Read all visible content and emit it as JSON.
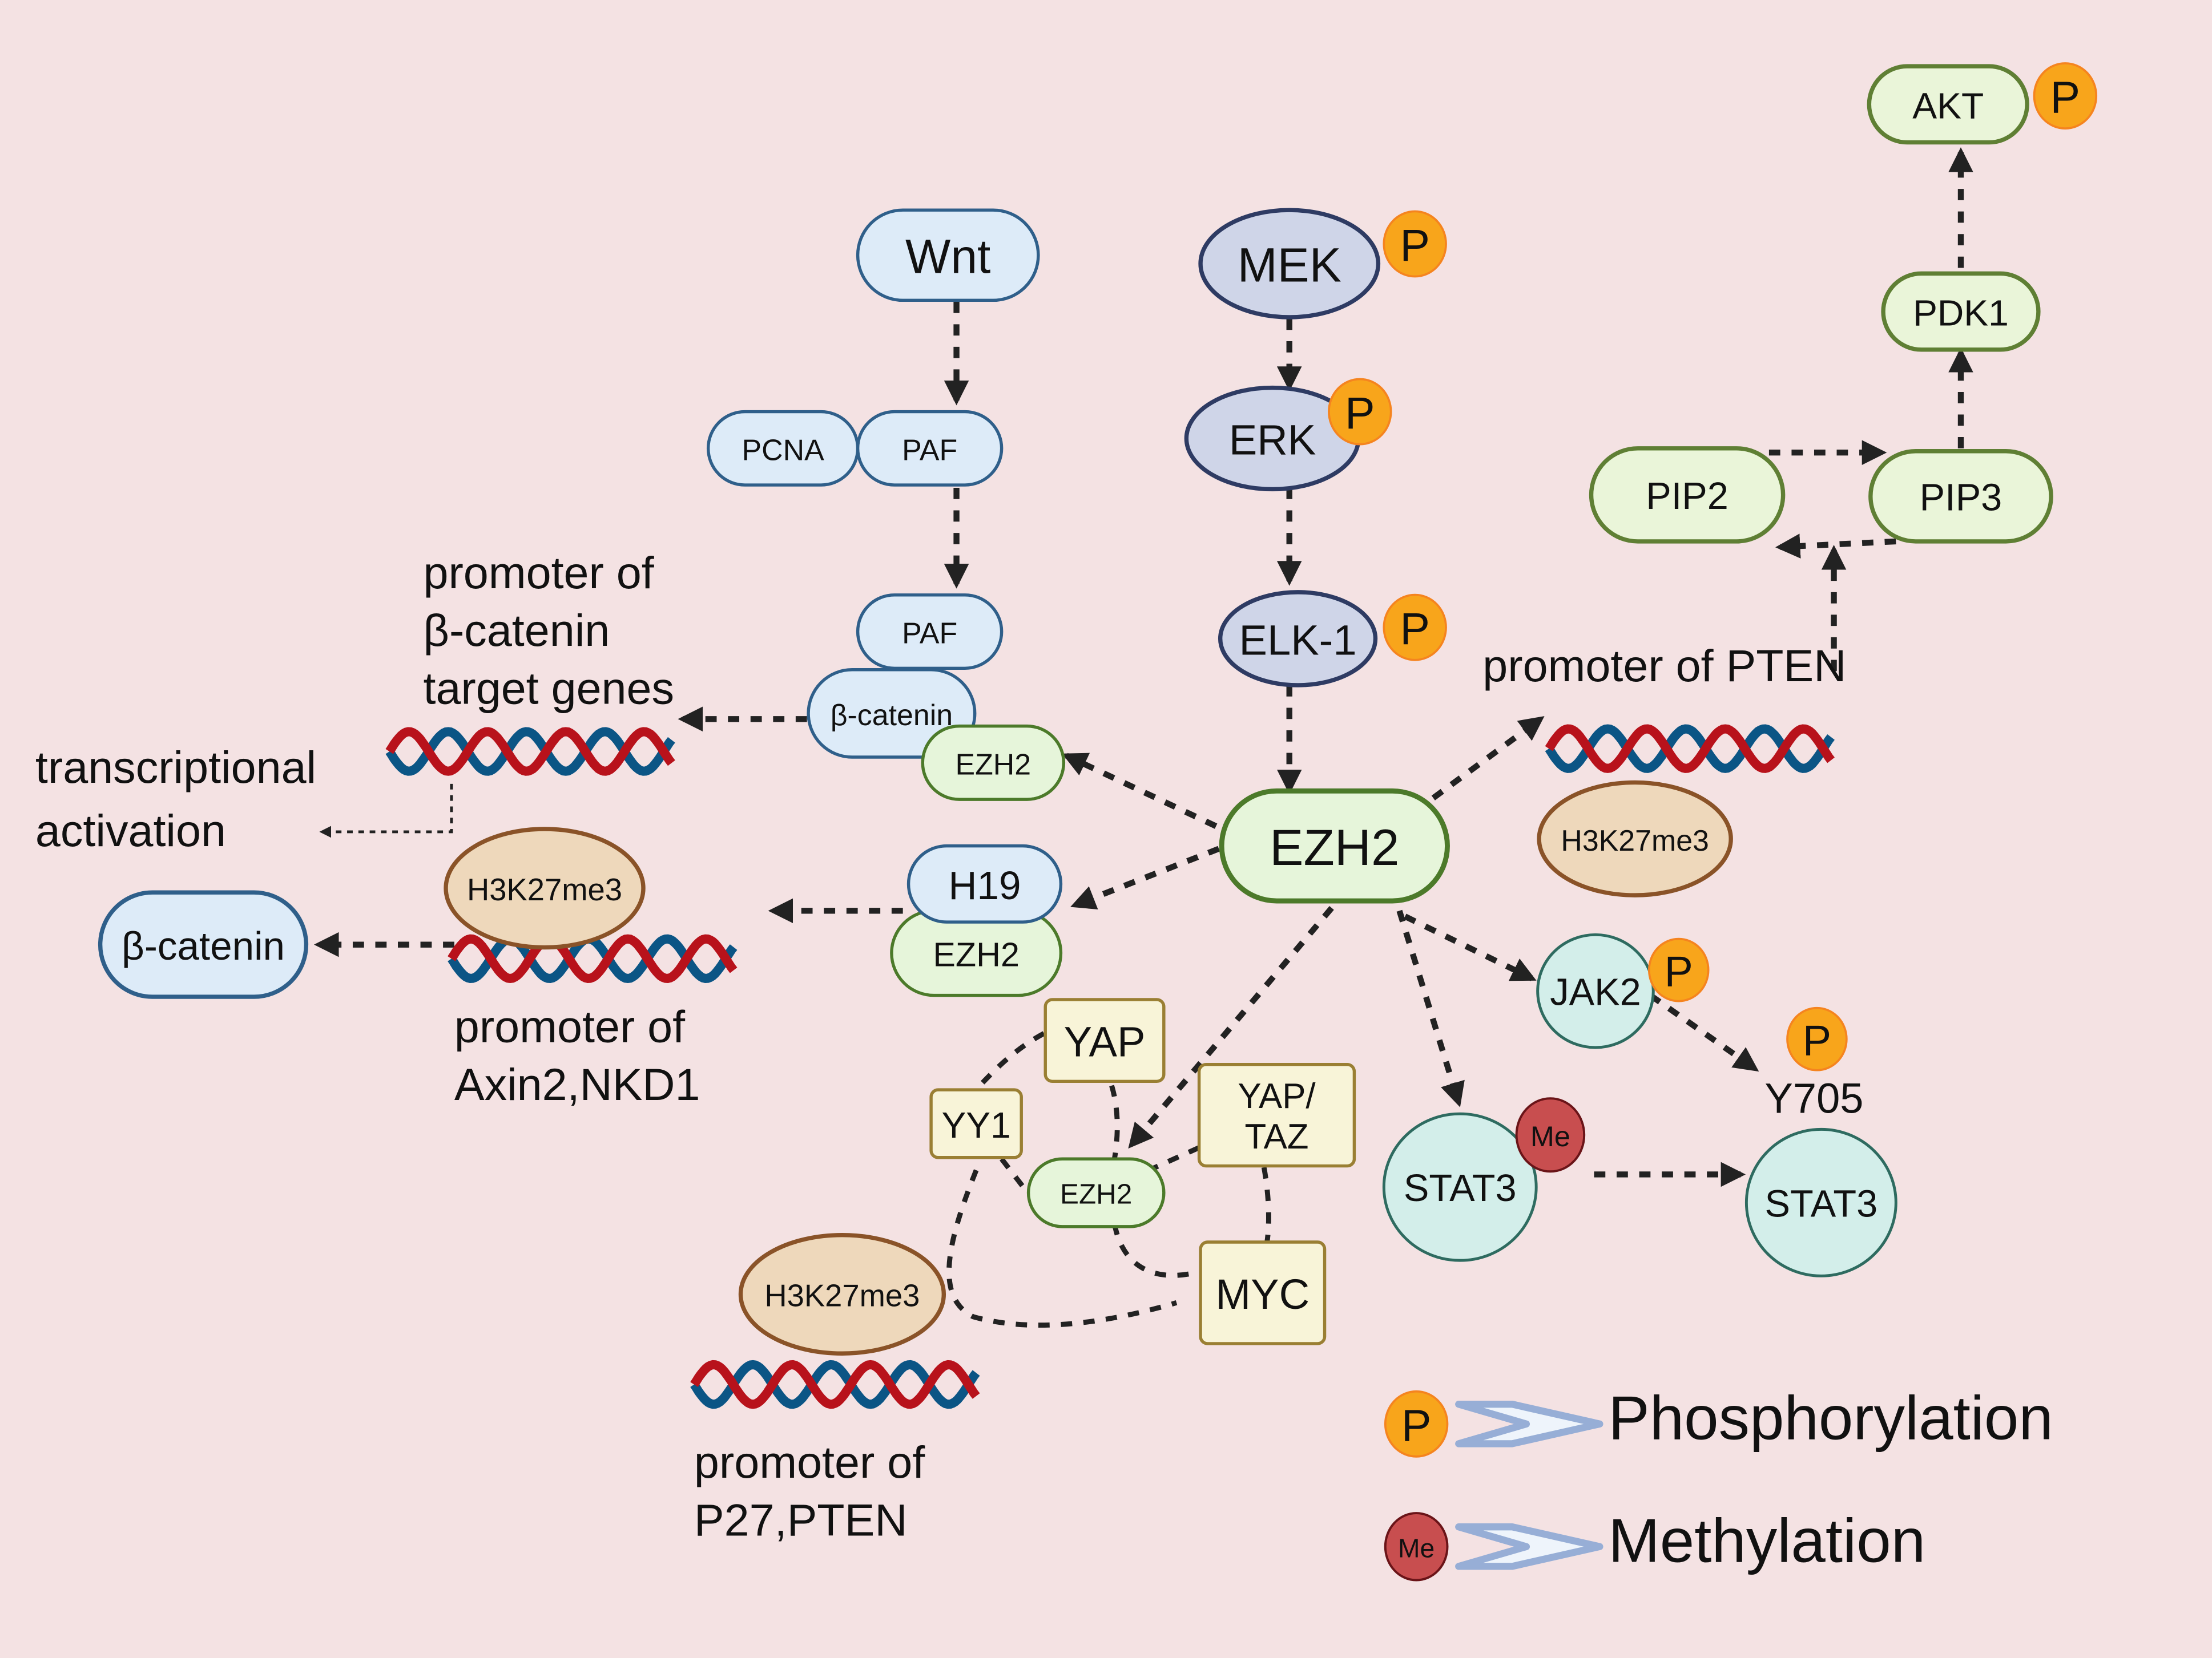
{
  "diagram": {
    "background": "#f4e2e3",
    "colors": {
      "blue_fill": "#ddebf8",
      "blue_stroke": "#2f5f8a",
      "navy_fill": "#cfd5e8",
      "navy_stroke": "#2e3b63",
      "green_fill": "#e6f5da",
      "green_stroke": "#4c7a2a",
      "lightgreen_fill": "#eaf5d9",
      "lightgreen_stroke": "#5f7f34",
      "yellow_fill": "#f8f4d8",
      "yellow_stroke": "#9a7f33",
      "teal_fill": "#d3eeea",
      "teal_stroke": "#2e6b60",
      "tan_fill": "#eed8bb",
      "tan_stroke": "#8a5328",
      "phospho_fill": "#f8a51b",
      "phospho_stroke": "#f5841f",
      "phospho_text": "#7a3b0e",
      "methyl_fill": "#c84e4f",
      "methyl_stroke": "#6a1418",
      "dna_red": "#b8121b",
      "dna_blue": "#0b5585",
      "arrow": "#222222",
      "legend_chevron_fill": "#eef4fb",
      "legend_chevron_stroke": "#97aed6"
    },
    "nodes": {
      "wnt": "Wnt",
      "pcna": "PCNA",
      "paf_top": "PAF",
      "paf_bottom": "PAF",
      "beta_catenin_complex": "β-catenin",
      "ezh2_with_beta_catenin": "EZH2",
      "mek": "MEK",
      "erk": "ERK",
      "elk1": "ELK-1",
      "ezh2_center": "EZH2",
      "h19": "H19",
      "ezh2_with_h19": "EZH2",
      "beta_catenin_left": "β-catenin",
      "h3k27me3_axin": "H3K27me3",
      "h3k27me3_pten": "H3K27me3",
      "h3k27me3_p27": "H3K27me3",
      "pip2": "PIP2",
      "pip3": "PIP3",
      "pdk1": "PDK1",
      "akt": "AKT",
      "jak2": "JAK2",
      "stat3_methyl": "STAT3",
      "stat3_phospho": "STAT3",
      "yap": "YAP",
      "yap_taz": [
        "YAP/",
        "TAZ"
      ],
      "yy1": "YY1",
      "ezh2_small": "EZH2",
      "myc": "MYC"
    },
    "labels": {
      "promoter_beta_catenin": [
        "promoter of",
        "β-catenin",
        "target genes"
      ],
      "transcriptional_activation": [
        "transcriptional",
        "activation"
      ],
      "promoter_axin2": [
        "promoter of",
        "Axin2,NKD1"
      ],
      "promoter_pten": "promoter of PTEN",
      "promoter_p27": [
        "promoter of",
        "P27,PTEN"
      ],
      "y705": "Y705"
    },
    "modifications": {
      "phospho": "P",
      "methyl": "Me"
    },
    "legend": {
      "items": [
        {
          "badge": "P",
          "label": "Phosphorylation"
        },
        {
          "badge": "Me",
          "label": "Methylation"
        }
      ]
    }
  }
}
